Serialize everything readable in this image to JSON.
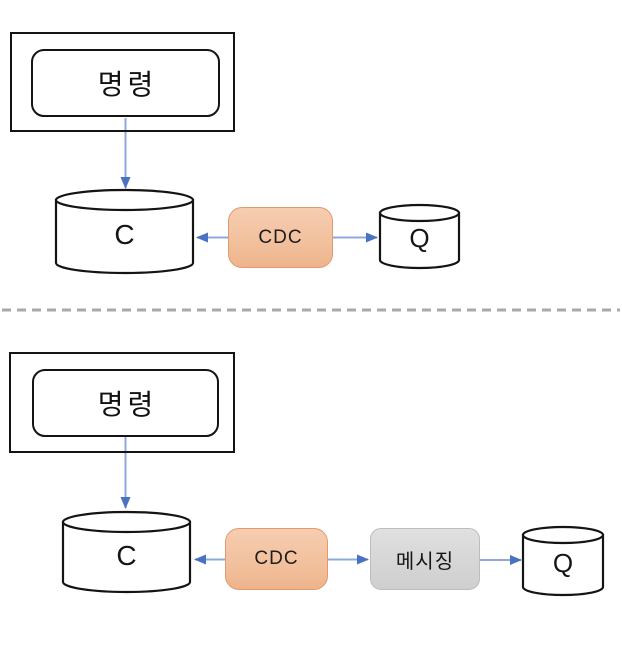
{
  "top_diagram": {
    "command_label": "명령",
    "command_store_label": "C",
    "cdc_label": "CDC",
    "query_store_label": "Q"
  },
  "bottom_diagram": {
    "command_label": "명령",
    "command_store_label": "C",
    "cdc_label": "CDC",
    "messaging_label": "메시징",
    "query_store_label": "Q"
  },
  "colors": {
    "shape_border": "#141414",
    "cdc_fill_top": "#f6cdb1",
    "cdc_fill_bottom": "#edb48c",
    "cdc_border": "#e09a6e",
    "messaging_fill": "#d6d6d6",
    "messaging_border": "#bdbdbd",
    "arrow_line": "#8fa8dc",
    "arrow_head": "#4a72c4",
    "divider": "#a9a9a9"
  }
}
